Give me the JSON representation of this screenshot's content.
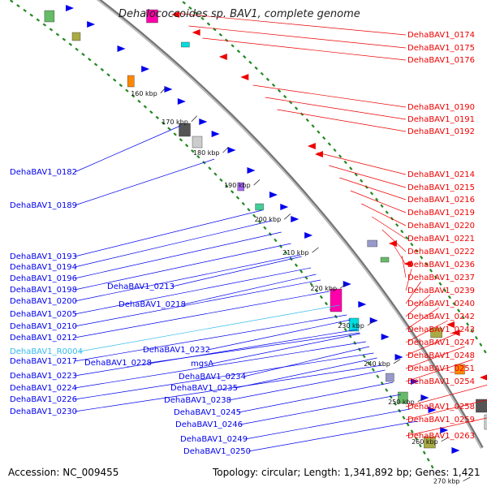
{
  "title": "Dehalococcoides sp. BAV1, complete genome",
  "accession": "Accession: NC_009455",
  "summary": "Topology: circular; Length: 1,341,892 bp; Genes: 1,421",
  "colors": {
    "forward": "#0000ee",
    "reverse": "#ee0000",
    "rna": "#33bbee",
    "backbone": "#999999",
    "gc_skew": "#228822"
  },
  "ticks": [
    "160 kbp",
    "170 kbp",
    "180 kbp",
    "190 kbp",
    "200 kbp",
    "210 kbp",
    "220 kbp",
    "230 kbp",
    "240 kbp",
    "250 kbp",
    "260 kbp",
    "270 kbp"
  ],
  "right_labels": [
    "DehaBAV1_0174",
    "DehaBAV1_0175",
    "DehaBAV1_0176",
    "DehaBAV1_0190",
    "DehaBAV1_0191",
    "DehaBAV1_0192",
    "DehaBAV1_0214",
    "DehaBAV1_0215",
    "DehaBAV1_0216",
    "DehaBAV1_0219",
    "DehaBAV1_0220",
    "DehaBAV1_0221",
    "DehaBAV1_0222",
    "DehaBAV1_0236",
    "DehaBAV1_0237",
    "DehaBAV1_0239",
    "DehaBAV1_0240",
    "DehaBAV1_0242",
    "DehaBAV1_0243",
    "DehaBAV1_0247",
    "DehaBAV1_0248",
    "DehaBAV1_0251",
    "DehaBAV1_0254",
    "DehaBAV1_0258",
    "DehaBAV1_0259",
    "DehaBAV1_0263"
  ],
  "left_labels": [
    "DehaBAV1_0182",
    "DehaBAV1_0189",
    "DehaBAV1_0193",
    "DehaBAV1_0194",
    "DehaBAV1_0196",
    "DehaBAV1_0198",
    "DehaBAV1_0200",
    "DehaBAV1_0205",
    "DehaBAV1_0210",
    "DehaBAV1_0212",
    "DehaBAV1_R0004",
    "DehaBAV1_0217",
    "DehaBAV1_0223",
    "DehaBAV1_0224",
    "DehaBAV1_0226",
    "DehaBAV1_0230"
  ],
  "mid_labels": [
    "DehaBAV1_0213",
    "DehaBAV1_0218",
    "DehaBAV1_0232",
    "DehaBAV1_0228",
    "mgsA",
    "DehaBAV1_0234",
    "DehaBAV1_0235",
    "DehaBAV1_0238",
    "DehaBAV1_0245",
    "DehaBAV1_0246",
    "DehaBAV1_0249",
    "DehaBAV1_0250"
  ]
}
